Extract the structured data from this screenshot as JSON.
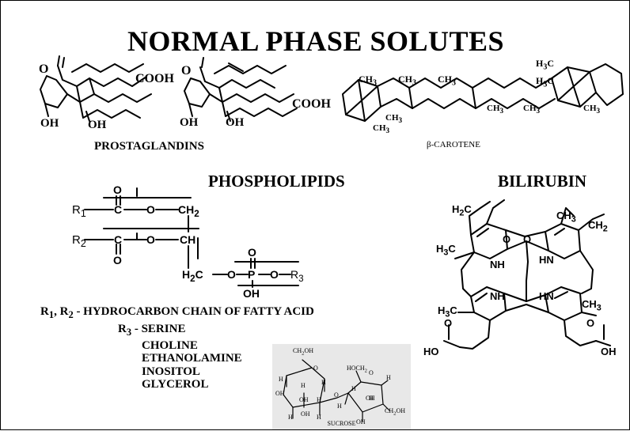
{
  "title": "NORMAL PHASE SOLUTES",
  "prostaglandins": {
    "label": "PROSTAGLANDINS",
    "cooh": "COOH",
    "ketone_o": "O",
    "oh": "OH"
  },
  "carotene": {
    "label": "β-CAROTENE",
    "ch3": "CH",
    "sub3": "3",
    "h3c": "H",
    "c": "C"
  },
  "phospholipids": {
    "heading": "PHOSPHOLIPIDS",
    "r1": "R",
    "r1_sub": "1",
    "r2": "R",
    "r2_sub": "2",
    "r3_sub": "3",
    "c": "C",
    "o": "O",
    "ch2": "CH",
    "ch2_sub": "2",
    "ch": "CH",
    "h2c": "H",
    "h2c_c": "C",
    "p": "P",
    "oh": "OH",
    "r_caption_prefix": "R",
    "r_caption_mid": ", R",
    "r_caption_text": " - HYDROCARBON CHAIN OF FATTY ACID",
    "r3_caption_text": " - SERINE",
    "head_groups": [
      "CHOLINE",
      "ETHANOLAMINE",
      "INOSITOL",
      "GLYCEROL"
    ]
  },
  "bilirubin": {
    "heading": "BILIRUBIN",
    "nh": "NH",
    "hn": "HN",
    "h3c": "H",
    "c": "C",
    "ch3": "CH",
    "ch2": "CH",
    "h2c": "H",
    "o": "O",
    "ho": "HO",
    "oh": "OH",
    "sub3": "3",
    "sub2": "2"
  },
  "sucrose": {
    "label": "SUCROSE",
    "ch2oh": "CH",
    "ch2oh_tail": "OH",
    "hoch2": "HOCH",
    "o": "O",
    "h": "H",
    "oh": "OH"
  },
  "colors": {
    "ink": "#000000",
    "sucrose_bg": "#e8e8e8",
    "border": "#000000"
  }
}
